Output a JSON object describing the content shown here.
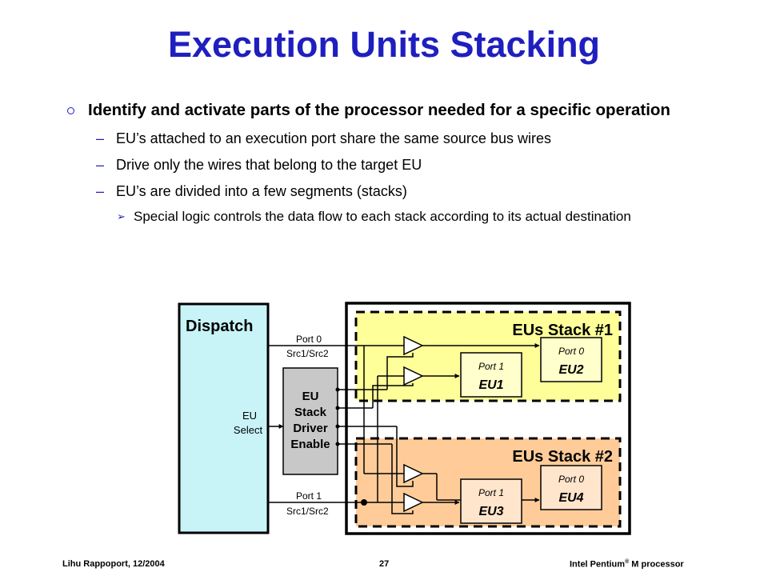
{
  "slide": {
    "title": "Execution Units Stacking",
    "bullet1": "Identify and activate parts of the processor needed for a specific operation",
    "sub1": "EU’s attached to an execution port share the same source bus wires",
    "sub2": "Drive only the wires that belong to the target EU",
    "sub3": "EU’s are divided into a few segments (stacks)",
    "subsub1": "Special logic controls the data flow to each stack according to its actual destination"
  },
  "diagram": {
    "dispatch_label": "Dispatch",
    "eu_select_line1": "EU",
    "eu_select_line2": "Select",
    "port0_label": "Port 0",
    "port0_src": "Src1/Src2",
    "port1_label": "Port 1",
    "port1_src": "Src1/Src2",
    "driver_line1": "EU",
    "driver_line2": "Stack",
    "driver_line3": "Driver",
    "driver_line4": "Enable",
    "stack1_title": "EUs Stack #1",
    "stack2_title": "EUs Stack #2",
    "eu1_port": "Port 1",
    "eu1_name": "EU1",
    "eu2_port": "Port 0",
    "eu2_name": "EU2",
    "eu3_port": "Port 1",
    "eu3_name": "EU3",
    "eu4_port": "Port 0",
    "eu4_name": "EU4",
    "colors": {
      "title": "#1f1fbf",
      "dispatch_fill": "#c8f4f8",
      "stack1_fill": "#ffff99",
      "stack2_fill": "#ffcc99",
      "driver_fill": "#c8c8c8"
    }
  },
  "footer": {
    "author": "Lihu Rappoport,  12/2004",
    "page": "27",
    "product_prefix": "Intel Pentium",
    "product_mark": "®",
    "product_suffix": " M processor"
  }
}
